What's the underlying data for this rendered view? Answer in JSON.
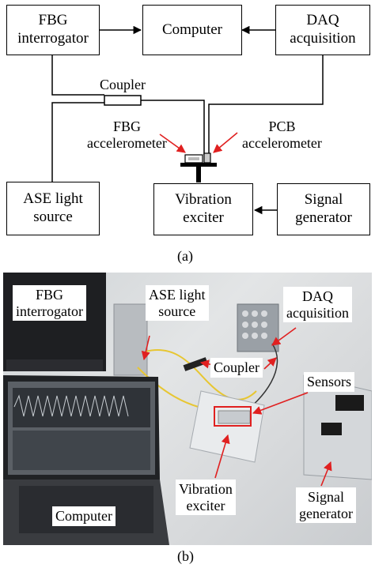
{
  "diagram_a": {
    "fbg_interrogator": "FBG\ninterrogator",
    "computer": "Computer",
    "daq_acquisition": "DAQ\nacquisition",
    "coupler": "Coupler",
    "fbg_accelerometer": "FBG\naccelerometer",
    "pcb_accelerometer": "PCB\naccelerometer",
    "ase_light_source": "ASE light\nsource",
    "vibration_exciter": "Vibration\nexciter",
    "signal_generator": "Signal\ngenerator",
    "caption": "(a)"
  },
  "photo_b": {
    "fbg_interrogator": "FBG\ninterrogator",
    "ase_light_source": "ASE light\nsource",
    "daq_acquisition": "DAQ\nacquisition",
    "coupler": "Coupler",
    "sensors": "Sensors",
    "vibration_exciter": "Vibration\nexciter",
    "signal_generator": "Signal\ngenerator",
    "computer": "Computer",
    "caption": "(b)"
  },
  "colors": {
    "arrow_red": "#e02020",
    "line": "#000000"
  }
}
